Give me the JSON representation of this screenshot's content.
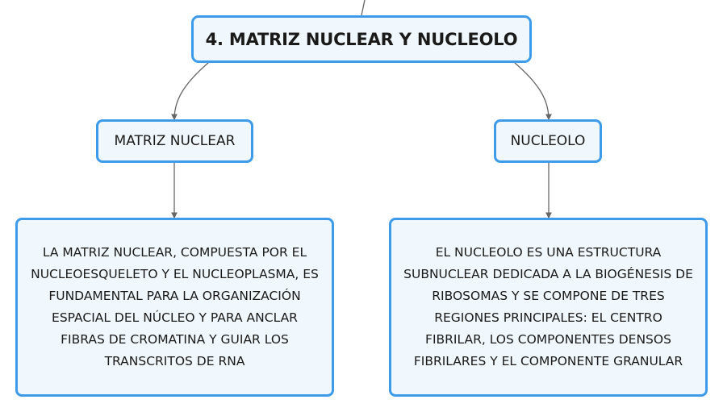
{
  "map": {
    "central_topic": "4. MATRIZ NUCLEAR Y NUCLEOLO",
    "branches": [
      {
        "title": "MATRIZ NUCLEAR",
        "detail": "LA MATRIZ NUCLEAR, COMPUESTA POR EL\nNUCLEOESQUELETO Y EL NUCLEOPLASMA, ES\nFUNDAMENTAL PARA LA ORGANIZACIÓN\nESPACIAL DEL NÚCLEO Y PARA ANCLAR\nFIBRAS DE CROMATINA Y GUIAR LOS\nTRANSCRITOS DE RNA"
      },
      {
        "title": "NUCLEOLO",
        "detail": "EL NUCLEOLO ES UNA ESTRUCTURA\nSUBNUCLEAR DEDICADA A LA BIOGÉNESIS DE\nRIBOSOMAS Y SE COMPONE DE TRES\nREGIONES PRINCIPALES: EL CENTRO\nFIBRILAR, LOS COMPONENTES DENSOS\nFIBRILARES Y EL COMPONENTE GRANULAR"
      }
    ]
  },
  "colors": {
    "node_border": "#3d9be9",
    "node_fill": "#f0f7fd",
    "connector": "#666666",
    "text": "#1a1a1a"
  }
}
